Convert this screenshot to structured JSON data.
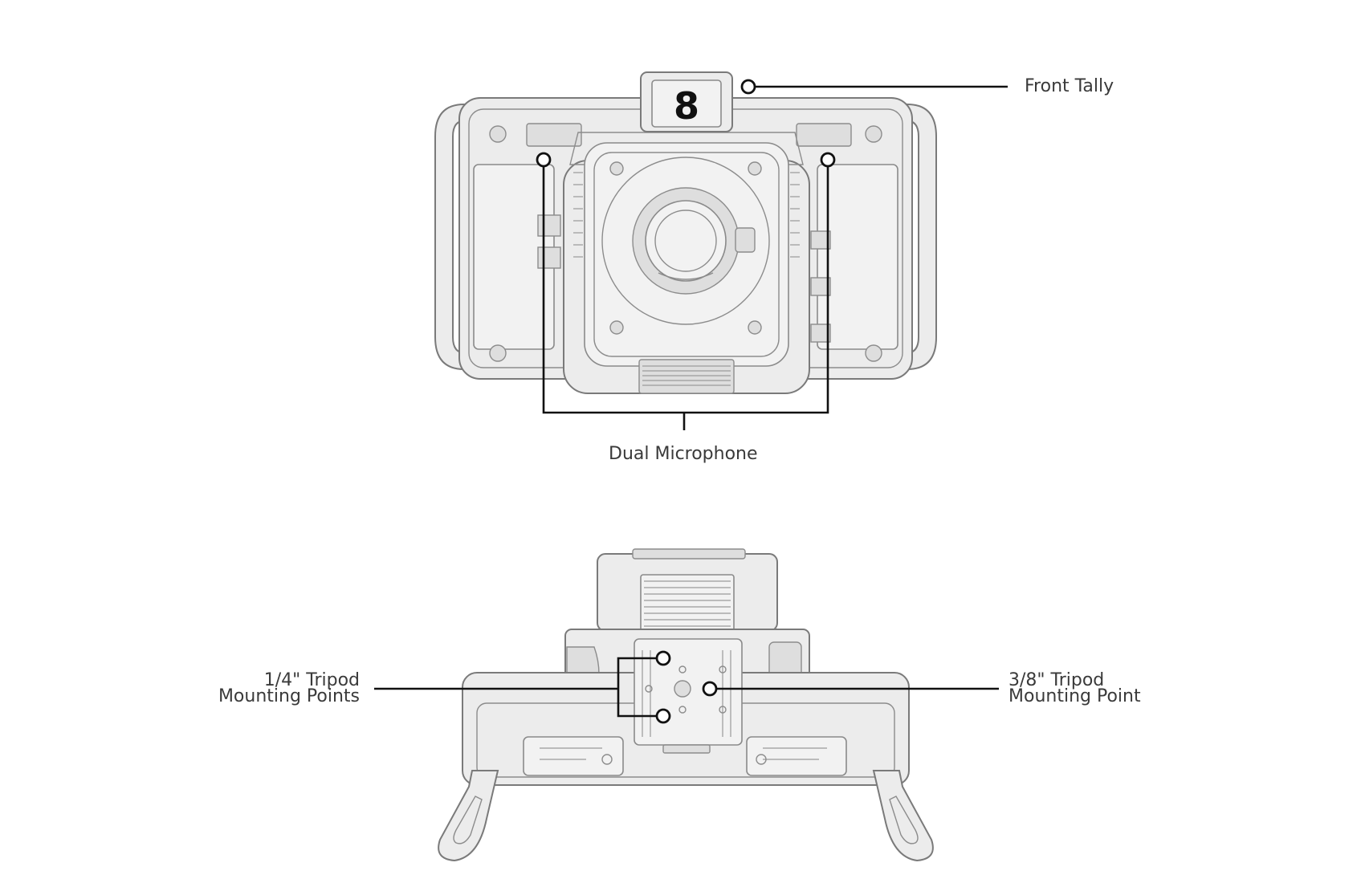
{
  "tally": {
    "number": "8"
  },
  "labels": {
    "front_tally": "Front Tally",
    "dual_microphone": "Dual Microphone",
    "quarter_tripod_line1": "1/4\" Tripod",
    "quarter_tripod_line2": "Mounting Points",
    "three_eighths_tripod_line1": "3/8\" Tripod",
    "three_eighths_tripod_line2": "Mounting Point"
  },
  "colors": {
    "background": "#ffffff",
    "body": "#ececec",
    "outline": "#7a7a7a",
    "callout": "#111111",
    "label_text": "#3a3a3a"
  }
}
